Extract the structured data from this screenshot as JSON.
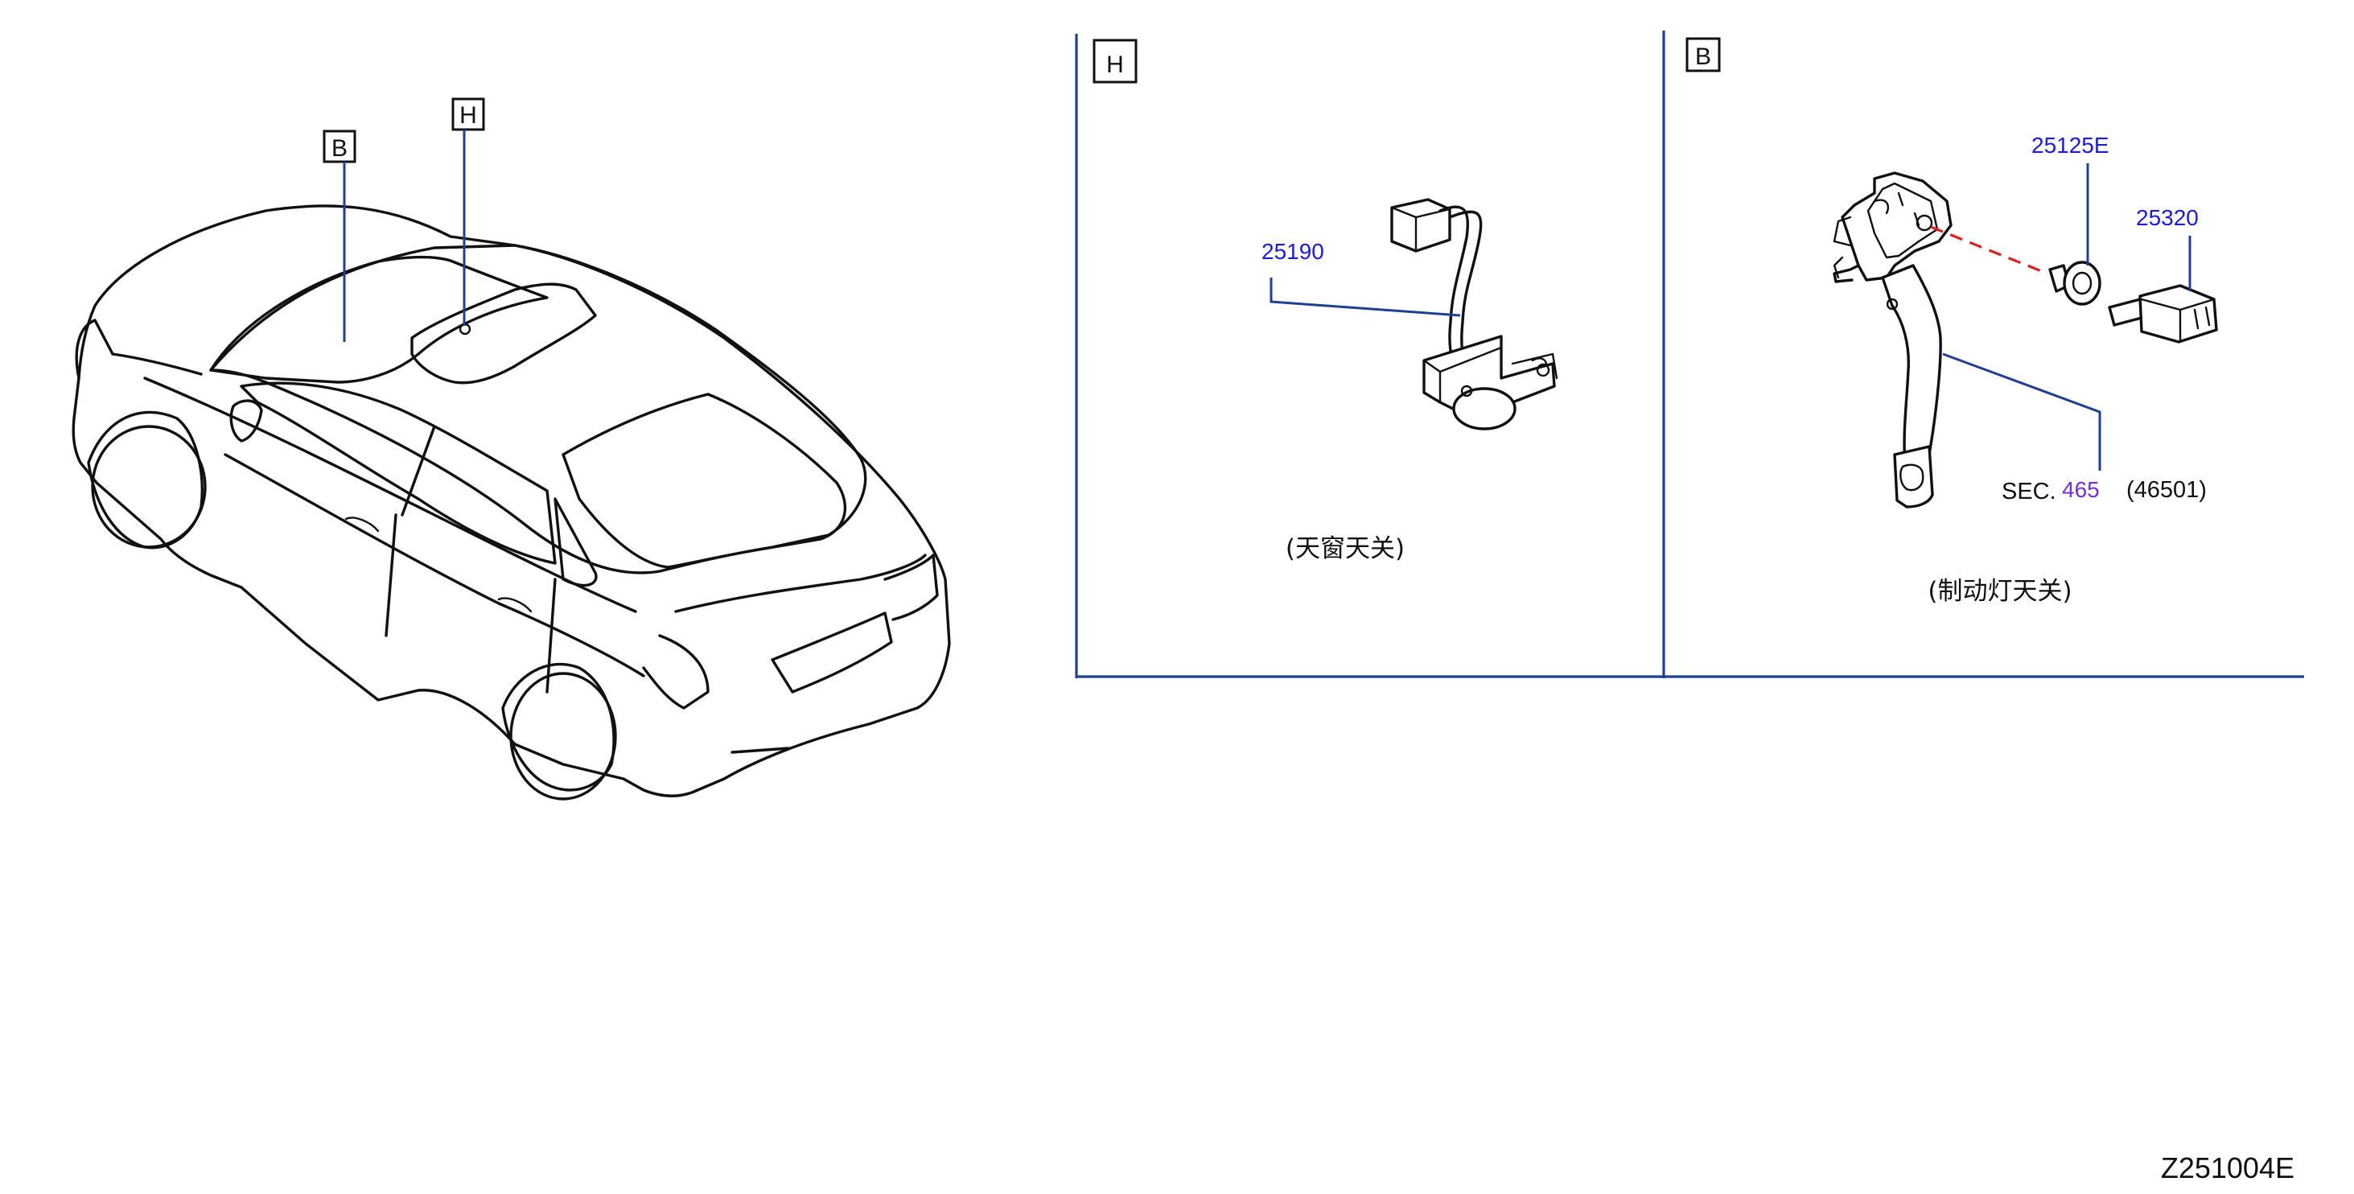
{
  "overview": {
    "label_b": "B",
    "label_h": "H"
  },
  "panel_h": {
    "box_label": "H",
    "part_number": "25190",
    "caption": "(天窗天关)"
  },
  "panel_b": {
    "box_label": "B",
    "part_number_stopper": "25125E",
    "part_number_switch": "25320",
    "sec_prefix": "SEC.",
    "sec_number": "465",
    "sec_suffix": "(46501)",
    "caption": "(制动灯天关)"
  },
  "diagram_id": "Z251004E",
  "colors": {
    "leader": "#1f3f93",
    "part_number": "#1a1ae0",
    "section_number": "#7a2cd6",
    "dashed_link": "#e0201e"
  }
}
